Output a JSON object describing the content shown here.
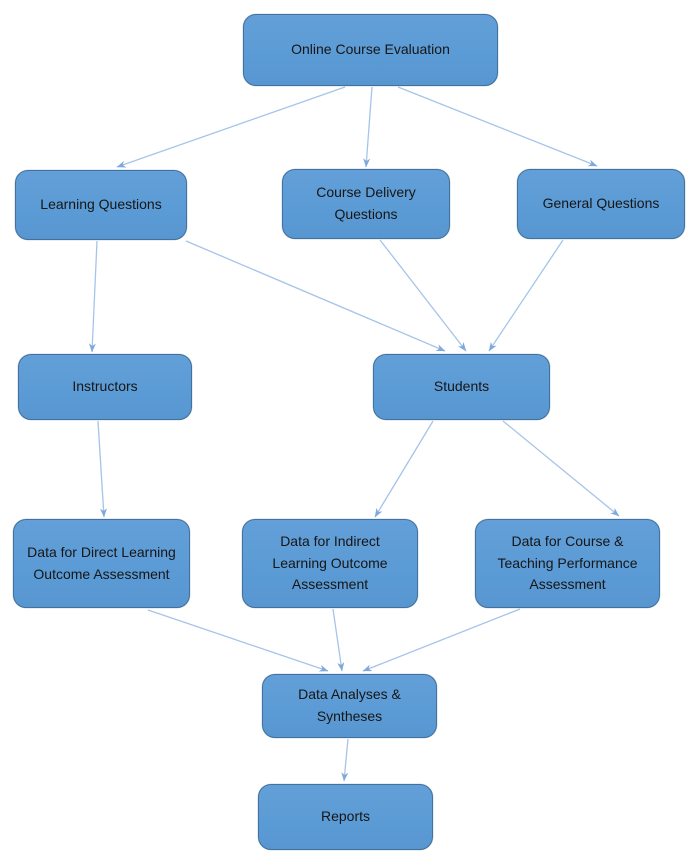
{
  "diagram": {
    "type": "flowchart",
    "colors": {
      "node_fill": "#5B9BD5",
      "node_border": "#41719C",
      "arrow_line": "#A6C4E9",
      "arrow_head": "#7FA9DC",
      "text": "#161616",
      "background": "#FFFFFF"
    },
    "nodes": {
      "online_course_evaluation": {
        "label": "Online Course Evaluation"
      },
      "learning_questions": {
        "label": "Learning Questions"
      },
      "course_delivery_questions": {
        "label": "Course Delivery Questions"
      },
      "general_questions": {
        "label": "General Questions"
      },
      "instructors": {
        "label": "Instructors"
      },
      "students": {
        "label": "Students"
      },
      "data_direct": {
        "label": "Data for Direct Learning Outcome Assessment"
      },
      "data_indirect": {
        "label": "Data for Indirect Learning Outcome Assessment"
      },
      "data_course_teaching": {
        "label": "Data for Course & Teaching Performance Assessment"
      },
      "data_analyses_syntheses": {
        "label": "Data Analyses & Syntheses"
      },
      "reports": {
        "label": "Reports"
      }
    },
    "edges": [
      {
        "from": "online_course_evaluation",
        "to": "learning_questions"
      },
      {
        "from": "online_course_evaluation",
        "to": "course_delivery_questions"
      },
      {
        "from": "online_course_evaluation",
        "to": "general_questions"
      },
      {
        "from": "learning_questions",
        "to": "instructors"
      },
      {
        "from": "learning_questions",
        "to": "students"
      },
      {
        "from": "course_delivery_questions",
        "to": "students"
      },
      {
        "from": "general_questions",
        "to": "students"
      },
      {
        "from": "instructors",
        "to": "data_direct"
      },
      {
        "from": "students",
        "to": "data_indirect"
      },
      {
        "from": "students",
        "to": "data_course_teaching"
      },
      {
        "from": "data_direct",
        "to": "data_analyses_syntheses"
      },
      {
        "from": "data_indirect",
        "to": "data_analyses_syntheses"
      },
      {
        "from": "data_course_teaching",
        "to": "data_analyses_syntheses"
      },
      {
        "from": "data_analyses_syntheses",
        "to": "reports"
      }
    ]
  }
}
